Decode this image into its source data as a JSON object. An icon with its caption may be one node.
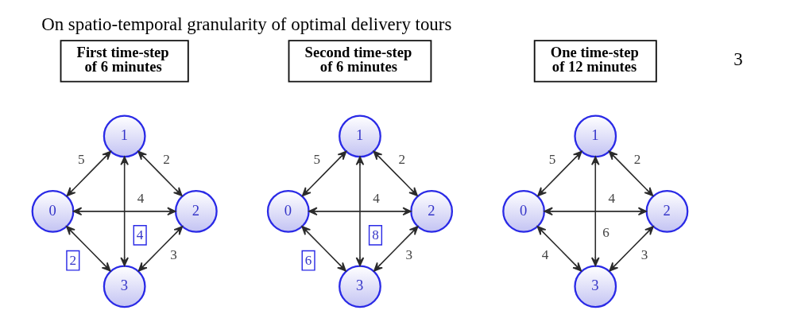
{
  "diagram": {
    "title": "On spatio-temporal granularity of optimal delivery tours",
    "nodes": [
      {
        "text": [
          "First time-step of 6 minutes"
        ]
      },
      {
        "text": [
          "1"
        ]
      },
      {
        "text": [
          "0"
        ]
      },
      {
        "text": [
          "2"
        ]
      },
      {
        "text": [
          "3"
        ]
      },
      {
        "text": [
          "Second time-step of 6 minutes"
        ]
      },
      {
        "text": [
          "1"
        ]
      },
      {
        "text": [
          "0"
        ]
      },
      {
        "text": [
          "2"
        ]
      },
      {
        "text": [
          "3"
        ]
      },
      {
        "text": [
          "One time-step of 12 minutes"
        ]
      },
      {
        "text": [
          "1"
        ]
      },
      {
        "text": [
          "0"
        ]
      },
      {
        "text": [
          "2"
        ]
      },
      {
        "text": [
          "3"
        ]
      }
    ],
    "edges": [
      {
        "from": 1,
        "to": 2,
        "arrow": "both",
        "label": "5"
      },
      {
        "from": 1,
        "to": 3,
        "arrow": "both",
        "label": "2"
      },
      {
        "from": 2,
        "to": 3,
        "arrow": "both",
        "label": "4"
      },
      {
        "from": 1,
        "to": 4,
        "arrow": "both",
        "label": "4"
      },
      {
        "from": 2,
        "to": 4,
        "arrow": "both",
        "label": "2"
      },
      {
        "from": 3,
        "to": 4,
        "arrow": "both",
        "label": "3"
      },
      {
        "from": 6,
        "to": 7,
        "arrow": "both",
        "label": "5"
      },
      {
        "from": 6,
        "to": 8,
        "arrow": "both",
        "label": "2"
      },
      {
        "from": 7,
        "to": 8,
        "arrow": "both",
        "label": "4"
      },
      {
        "from": 6,
        "to": 9,
        "arrow": "both",
        "label": "8"
      },
      {
        "from": 7,
        "to": 9,
        "arrow": "both",
        "label": "6"
      },
      {
        "from": 8,
        "to": 9,
        "arrow": "both",
        "label": "3"
      },
      {
        "from": 11,
        "to": 12,
        "arrow": "both",
        "label": "5"
      },
      {
        "from": 11,
        "to": 13,
        "arrow": "both",
        "label": "2"
      },
      {
        "from": 12,
        "to": 13,
        "arrow": "both",
        "label": "4"
      },
      {
        "from": 11,
        "to": 14,
        "arrow": "both",
        "label": "6"
      },
      {
        "from": 12,
        "to": 14,
        "arrow": "both",
        "label": "4"
      },
      {
        "from": 13,
        "to": 14,
        "arrow": "both",
        "label": "3"
      }
    ],
    "labels": [
      "3"
    ]
  }
}
